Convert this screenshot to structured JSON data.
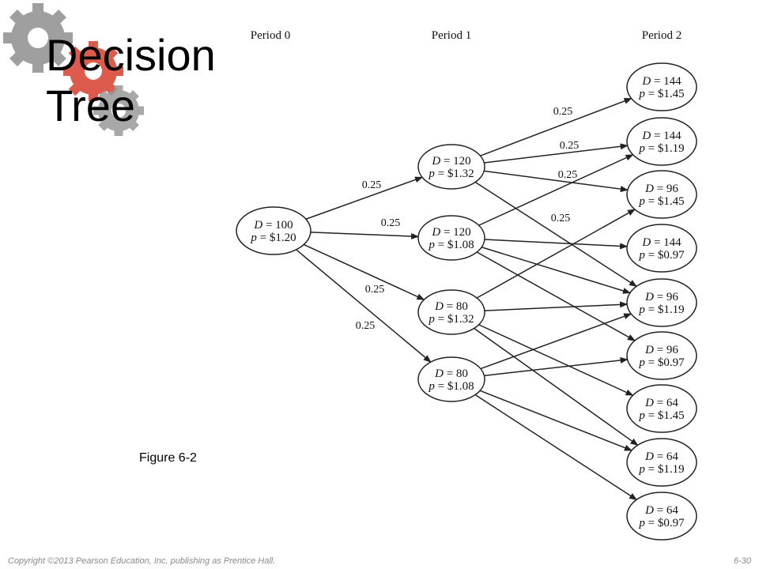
{
  "slide": {
    "title_line1": "Decision",
    "title_line2": "Tree",
    "figure_label": "Figure 6-2",
    "copyright": "Copyright ©2013 Pearson Education, Inc. publishing as Prentice Hall.",
    "page_number": "6-30"
  },
  "decoration": {
    "gear_colors": [
      "#8f8f8f",
      "#d94a3a"
    ],
    "icon": "gears-icon"
  },
  "diagram": {
    "periods": [
      "Period 0",
      "Period 1",
      "Period 2"
    ],
    "nodes": [
      {
        "id": "n0",
        "line1": "D = 100",
        "line2": "p = $1.20"
      },
      {
        "id": "n1a",
        "line1": "D = 120",
        "line2": "p = $1.32"
      },
      {
        "id": "n1b",
        "line1": "D = 120",
        "line2": "p = $1.08"
      },
      {
        "id": "n1c",
        "line1": "D = 80",
        "line2": "p = $1.32"
      },
      {
        "id": "n1d",
        "line1": "D = 80",
        "line2": "p = $1.08"
      },
      {
        "id": "n2a",
        "line1": "D = 144",
        "line2": "p = $1.45"
      },
      {
        "id": "n2b",
        "line1": "D = 144",
        "line2": "p = $1.19"
      },
      {
        "id": "n2c",
        "line1": "D = 96",
        "line2": "p = $1.45"
      },
      {
        "id": "n2d",
        "line1": "D = 144",
        "line2": "p = $0.97"
      },
      {
        "id": "n2e",
        "line1": "D = 96",
        "line2": "p = $1.19"
      },
      {
        "id": "n2f",
        "line1": "D = 96",
        "line2": "p = $0.97"
      },
      {
        "id": "n2g",
        "line1": "D = 64",
        "line2": "p = $1.45"
      },
      {
        "id": "n2h",
        "line1": "D = 64",
        "line2": "p = $1.19"
      },
      {
        "id": "n2i",
        "line1": "D = 64",
        "line2": "p = $0.97"
      }
    ],
    "edges": [
      {
        "from": "n0",
        "to": "n1a",
        "label": "0.25"
      },
      {
        "from": "n0",
        "to": "n1b",
        "label": "0.25"
      },
      {
        "from": "n0",
        "to": "n1c",
        "label": "0.25"
      },
      {
        "from": "n0",
        "to": "n1d",
        "label": "0.25"
      },
      {
        "from": "n1a",
        "to": "n2a",
        "label": "0.25"
      },
      {
        "from": "n1a",
        "to": "n2b",
        "label": "0.25"
      },
      {
        "from": "n1a",
        "to": "n2c",
        "label": "0.25"
      },
      {
        "from": "n1a",
        "to": "n2e",
        "label": "0.25"
      },
      {
        "from": "n1b",
        "to": "n2b"
      },
      {
        "from": "n1b",
        "to": "n2d"
      },
      {
        "from": "n1b",
        "to": "n2e"
      },
      {
        "from": "n1b",
        "to": "n2f"
      },
      {
        "from": "n1c",
        "to": "n2c"
      },
      {
        "from": "n1c",
        "to": "n2e"
      },
      {
        "from": "n1c",
        "to": "n2g"
      },
      {
        "from": "n1c",
        "to": "n2h"
      },
      {
        "from": "n1d",
        "to": "n2e"
      },
      {
        "from": "n1d",
        "to": "n2f"
      },
      {
        "from": "n1d",
        "to": "n2h"
      },
      {
        "from": "n1d",
        "to": "n2i"
      }
    ]
  }
}
